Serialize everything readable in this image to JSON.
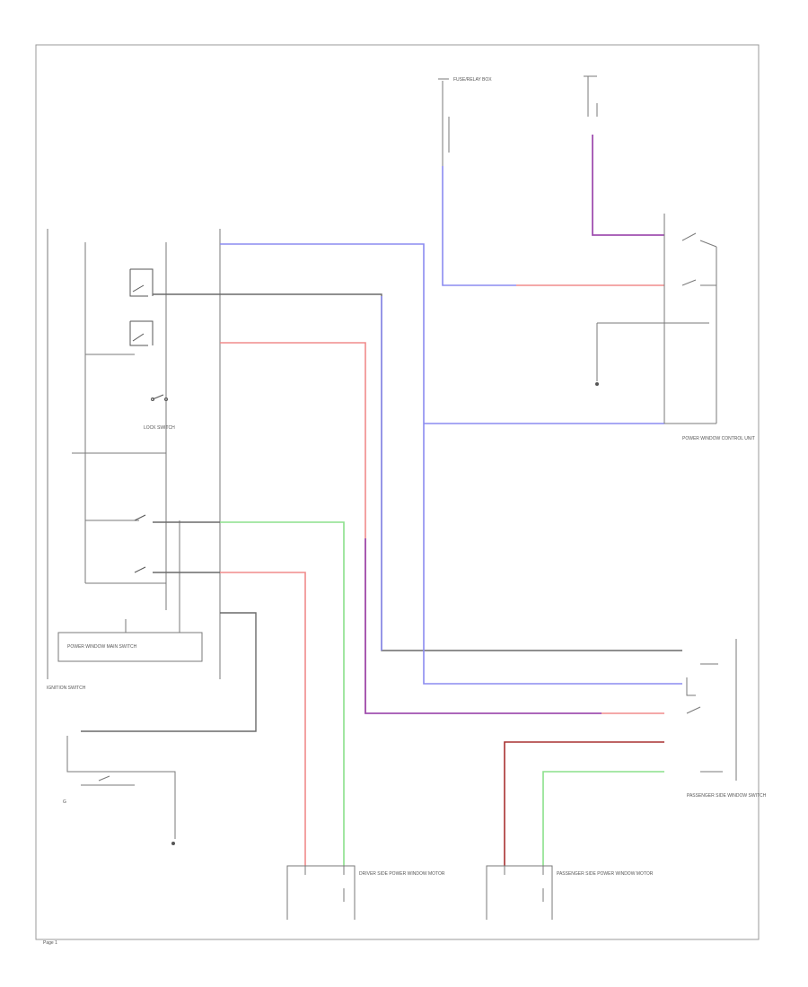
{
  "labels": {
    "ignition_switch": "IGNITION SWITCH",
    "driver_motor": "DRIVER SIDE POWER WINDOW MOTOR",
    "passenger_motor": "PASSENGER SIDE POWER WINDOW MOTOR",
    "passenger_switch": "PASSENGER SIDE WINDOW SWITCH",
    "rear_switch": "POWER WINDOW MAIN SWITCH",
    "driver_ctrl": "POWER WINDOW CONTROL UNIT",
    "lock_switch": "LOCK SWITCH",
    "fuse_block": "FUSE/RELAY BOX",
    "ground_ref": "G",
    "page_ref": "Page 1"
  },
  "colors": {
    "blue": "#8b8bf0",
    "red": "#f08b8b",
    "green": "#8be08b",
    "purple": "#a050b0",
    "darkred": "#a83030",
    "gray": "#6a6a6a"
  }
}
